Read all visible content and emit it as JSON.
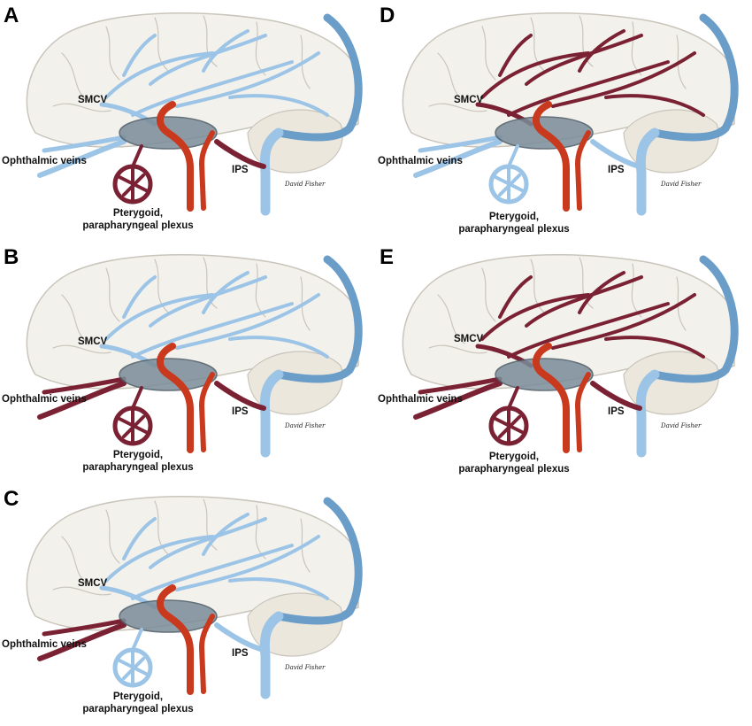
{
  "colors": {
    "brain_fill": "#f3f1ec",
    "brain_line": "#c9c5bb",
    "vein_blue": "#9cc4e6",
    "vein_blue_dark": "#6b9dc9",
    "vein_maroon": "#7a2233",
    "artery_red": "#c9391d"
  },
  "panels": [
    {
      "id": "A",
      "label": "A",
      "smcv": "SMCV",
      "ophthalmic": "Ophthalmic veins",
      "ips": "IPS",
      "pterygoid_line1": "Pterygoid,",
      "pterygoid_line2": "parapharyngeal plexus",
      "signature": "David Fisher",
      "state": {
        "cortical": "blue",
        "ophthalmic": "blue",
        "pterygoid": "maroon",
        "ips": "maroon"
      }
    },
    {
      "id": "B",
      "label": "B",
      "smcv": "SMCV",
      "ophthalmic": "Ophthalmic veins",
      "ips": "IPS",
      "pterygoid_line1": "Pterygoid,",
      "pterygoid_line2": "parapharyngeal plexus",
      "signature": "David Fisher",
      "state": {
        "cortical": "blue",
        "ophthalmic": "maroon",
        "pterygoid": "maroon",
        "ips": "maroon"
      }
    },
    {
      "id": "C",
      "label": "C",
      "smcv": "SMCV",
      "ophthalmic": "Ophthalmic veins",
      "ips": "IPS",
      "pterygoid_line1": "Pterygoid,",
      "pterygoid_line2": "parapharyngeal plexus",
      "signature": "David Fisher",
      "state": {
        "cortical": "blue",
        "ophthalmic": "maroon",
        "pterygoid": "blue",
        "ips": "blue"
      }
    },
    {
      "id": "D",
      "label": "D",
      "smcv": "SMCV",
      "ophthalmic": "Ophthalmic veins",
      "ips": "IPS",
      "pterygoid_line1": "Pterygoid,",
      "pterygoid_line2": "parapharyngeal plexus",
      "signature": "David Fisher",
      "state": {
        "cortical": "maroon",
        "ophthalmic": "blue",
        "pterygoid": "blue",
        "ips": "blue"
      }
    },
    {
      "id": "E",
      "label": "E",
      "smcv": "SMCV",
      "ophthalmic": "Ophthalmic veins",
      "ips": "IPS",
      "pterygoid_line1": "Pterygoid,",
      "pterygoid_line2": "parapharyngeal plexus",
      "signature": "David Fisher",
      "state": {
        "cortical": "maroon",
        "ophthalmic": "maroon",
        "pterygoid": "maroon",
        "ips": "maroon"
      }
    }
  ]
}
